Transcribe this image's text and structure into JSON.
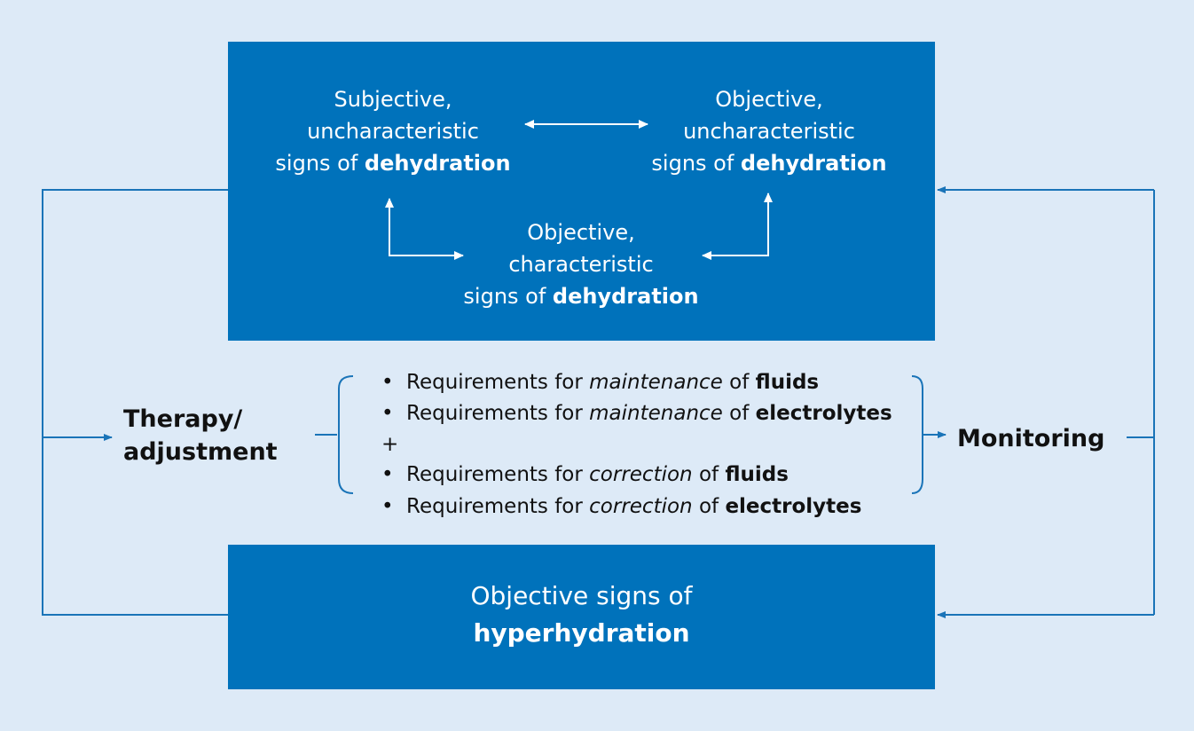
{
  "colors": {
    "background": "#ddeaf7",
    "box": "#0072bb",
    "connector": "#1a74b8",
    "box_text": "#ffffff",
    "body_text": "#111111"
  },
  "top_box": {
    "subjective": {
      "l1": "Subjective,",
      "l2": "uncharacteristic",
      "l3a": "signs of ",
      "l3b": "dehydration"
    },
    "objective_uncharacteristic": {
      "l1": "Objective,",
      "l2": "uncharacteristic",
      "l3a": "signs of ",
      "l3b": "dehydration"
    },
    "objective_characteristic": {
      "l1": "Objective,",
      "l2": "characteristic",
      "l3a": "signs of ",
      "l3b": "dehydration"
    }
  },
  "bottom_box": {
    "l1": "Objective signs of",
    "l2": "hyperhydration"
  },
  "therapy": {
    "l1": "Therapy/",
    "l2": "adjustment"
  },
  "monitoring": "Monitoring",
  "requirements": {
    "bullet": "•",
    "plus": "+",
    "items": [
      {
        "pre": "Requirements for ",
        "em": "maintenance",
        "mid": " of ",
        "strong": "fluids"
      },
      {
        "pre": "Requirements for ",
        "em": "maintenance",
        "mid": " of ",
        "strong": "electrolytes"
      },
      {
        "pre": "Requirements for ",
        "em": "correction",
        "mid": " of ",
        "strong": "fluids"
      },
      {
        "pre": "Requirements for ",
        "em": "correction",
        "mid": " of ",
        "strong": "electrolytes"
      }
    ]
  }
}
